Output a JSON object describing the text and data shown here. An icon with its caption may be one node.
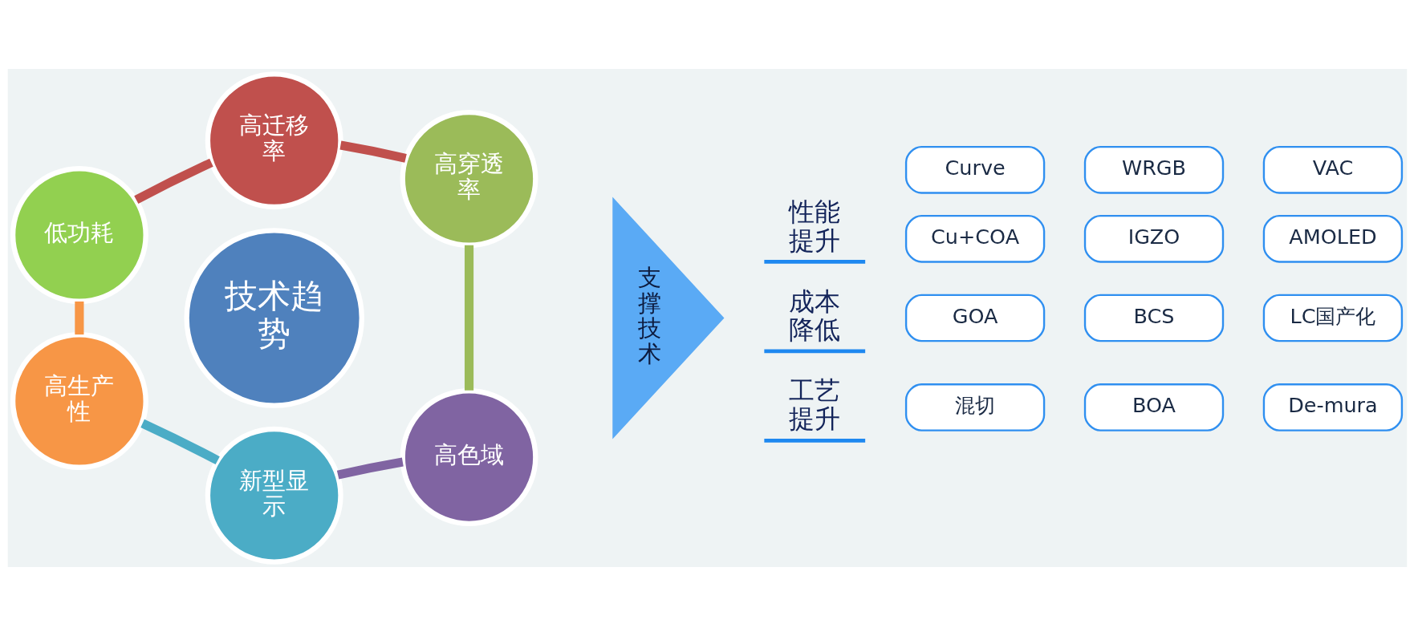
{
  "diagram": {
    "nodes": [
      {
        "text": [
          "技术趋势"
        ]
      },
      {
        "text": [
          "高迁移率"
        ]
      },
      {
        "text": [
          "高穿透率"
        ]
      },
      {
        "text": [
          "高色域"
        ]
      },
      {
        "text": [
          "新型显示"
        ]
      },
      {
        "text": [
          "高生产性"
        ]
      },
      {
        "text": [
          "低功耗"
        ]
      },
      {
        "text": [
          "支撑技术"
        ]
      },
      {
        "text": [
          "性能提升"
        ]
      },
      {
        "text": [
          "成本降低"
        ]
      },
      {
        "text": [
          "工艺提升"
        ]
      },
      {
        "text": [
          "Curve"
        ]
      },
      {
        "text": [
          "WRGB"
        ]
      },
      {
        "text": [
          "VAC"
        ]
      },
      {
        "text": [
          "Cu+COA"
        ]
      },
      {
        "text": [
          "IGZO"
        ]
      },
      {
        "text": [
          "AMOLED"
        ]
      },
      {
        "text": [
          "GOA"
        ]
      },
      {
        "text": [
          "BCS"
        ]
      },
      {
        "text": [
          "LC国产化"
        ]
      },
      {
        "text": [
          "混切"
        ]
      },
      {
        "text": [
          "BOA"
        ]
      },
      {
        "text": [
          "De-mura"
        ]
      }
    ],
    "edges": [
      {
        "from": 6,
        "to": 1,
        "arrow": "none",
        "color": "#c0504d"
      },
      {
        "from": 1,
        "to": 2,
        "arrow": "none",
        "color": "#c0504d"
      },
      {
        "from": 2,
        "to": 3,
        "arrow": "none",
        "color": "#9bbb59"
      },
      {
        "from": 3,
        "to": 4,
        "arrow": "none",
        "color": "#8064a2"
      },
      {
        "from": 4,
        "to": 5,
        "arrow": "none",
        "color": "#4bacc6"
      },
      {
        "from": 5,
        "to": 6,
        "arrow": "none",
        "color": "#f79646"
      }
    ]
  }
}
